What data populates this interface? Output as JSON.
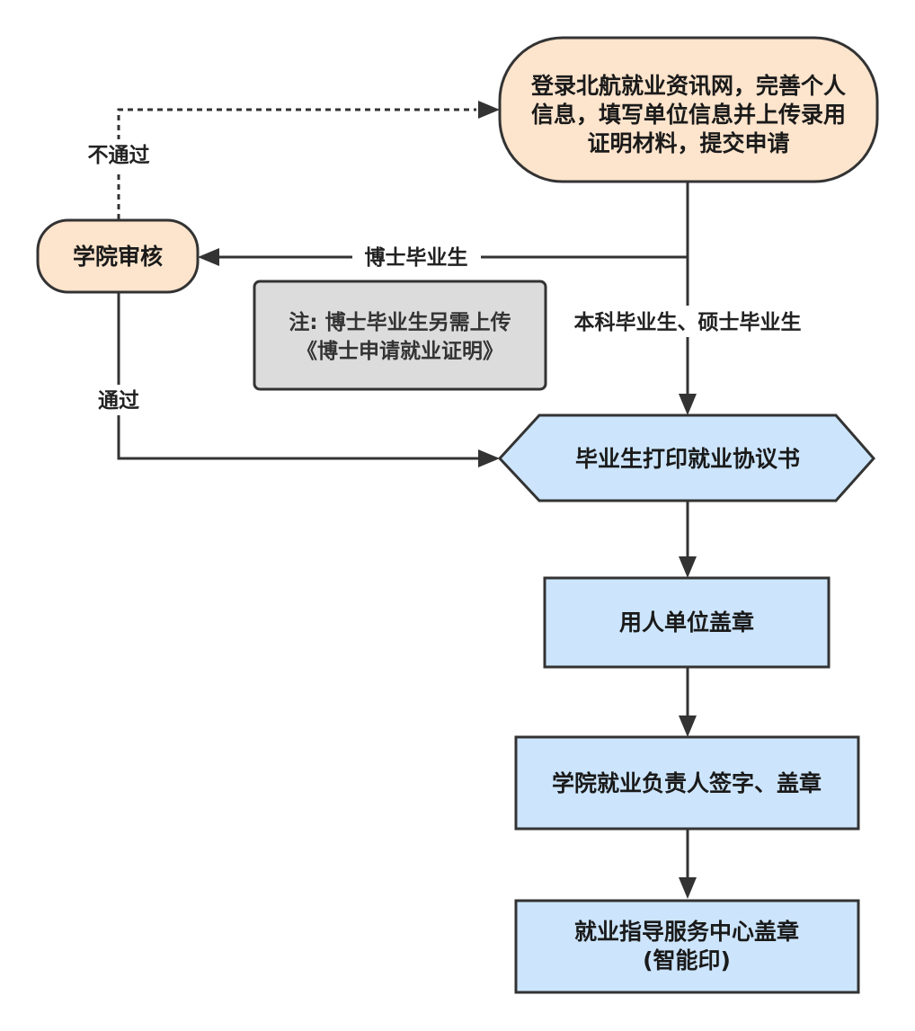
{
  "colors": {
    "start_fill": "#fde4cc",
    "process_fill": "#cce5fc",
    "note_fill": "#dcdcdc",
    "stroke": "#333333"
  },
  "nodes": {
    "submit": {
      "lines": [
        "登录北航就业资讯网，完善个人",
        "信息，填写单位信息并上传录用",
        "证明材料，提交申请"
      ]
    },
    "college_review": {
      "label": "学院审核"
    },
    "print_agreement": {
      "label": "毕业生打印就业协议书"
    },
    "employer_stamp": {
      "label": "用人单位盖章"
    },
    "college_sign": {
      "label": "学院就业负责人签字、盖章"
    },
    "center_stamp": {
      "lines": [
        "就业指导服务中心盖章",
        "(智能印)"
      ]
    }
  },
  "edges": {
    "phd": "博士毕业生",
    "undergrad_master": "本科毕业生、硕士毕业生",
    "fail": "不通过",
    "pass": "通过"
  },
  "note": {
    "lines": [
      "注: 博士毕业生另需上传",
      "《博士申请就业证明》"
    ]
  }
}
